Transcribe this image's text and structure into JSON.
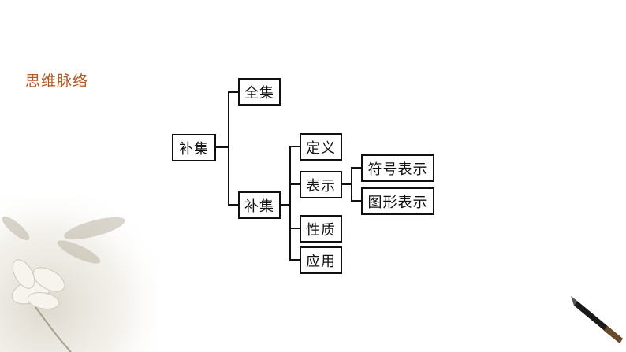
{
  "heading": "思维脉络",
  "diagram": {
    "root": "补集",
    "level1": {
      "top": "全集",
      "bottom": "补集"
    },
    "level2": {
      "a": "定义",
      "b": "表示",
      "c": "性质",
      "d": "应用"
    },
    "level3": {
      "a": "符号表示",
      "b": "图形表示"
    }
  },
  "colors": {
    "heading": "#b5581f",
    "line": "#111111"
  },
  "decor": {
    "bottom_left": "ink-lotus-painting",
    "bottom_right": "brush-pen"
  }
}
